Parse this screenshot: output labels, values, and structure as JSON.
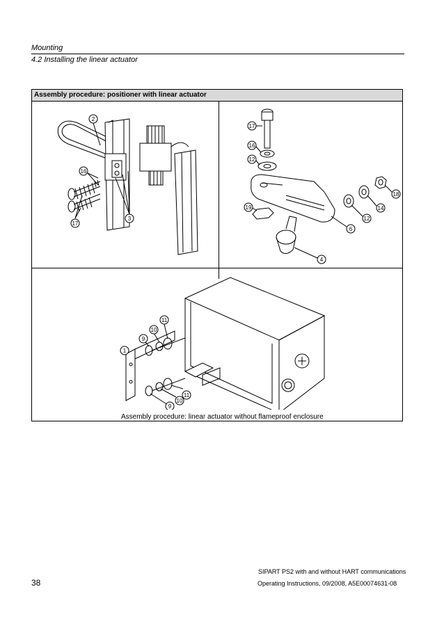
{
  "header": {
    "section": "Mounting",
    "subsection": "4.2 Installing the linear actuator"
  },
  "table": {
    "title": "Assembly procedure: positioner with linear actuator",
    "caption": "Assembly procedure: linear actuator without flameproof enclosure"
  },
  "callouts": {
    "left_panel": [
      "2",
      "16",
      "17",
      "3"
    ],
    "right_panel": [
      "17",
      "16",
      "12",
      "18",
      "14",
      "12",
      "6",
      "19",
      "4"
    ],
    "bottom_panel": [
      "11",
      "10",
      "9",
      "1",
      "11",
      "10",
      "9"
    ]
  },
  "footer": {
    "line1": "SIPART PS2 with and without HART communications",
    "line2": "Operating Instructions, 09/2008, A5E00074631-08",
    "page": "38"
  }
}
